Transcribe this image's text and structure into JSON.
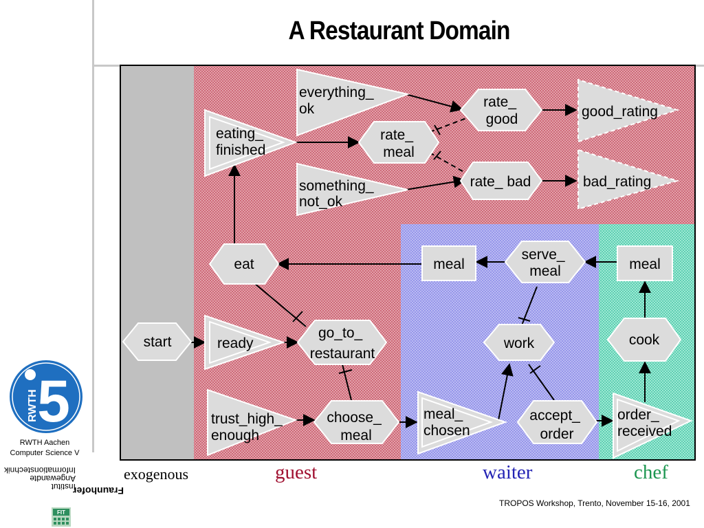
{
  "title": "A Restaurant Domain",
  "nodes": {
    "everything_ok": [
      "everything_",
      "ok"
    ],
    "rate_good": [
      "rate_",
      "good"
    ],
    "good_rating": [
      "good_rating"
    ],
    "eating_finished": [
      "eating_",
      "finished"
    ],
    "rate_meal": [
      "rate_",
      "meal"
    ],
    "something_not_ok": [
      "something_",
      "not_ok"
    ],
    "rate_bad": [
      "rate_ bad"
    ],
    "bad_rating": [
      "bad_rating"
    ],
    "eat": [
      "eat"
    ],
    "meal_waiter": [
      "meal"
    ],
    "serve_meal": [
      "serve_",
      "meal"
    ],
    "meal_chef": [
      "meal"
    ],
    "start": [
      "start"
    ],
    "ready": [
      "ready"
    ],
    "go_to_restaurant": [
      "go_to_",
      "restaurant"
    ],
    "work": [
      "work"
    ],
    "cook": [
      "cook"
    ],
    "trust_high_enough": [
      "trust_high_",
      "enough"
    ],
    "choose_meal": [
      "choose_",
      "meal"
    ],
    "meal_chosen": [
      "meal_",
      "chosen"
    ],
    "accept_order": [
      "accept_",
      "order"
    ],
    "order_received": [
      "order_",
      "received"
    ]
  },
  "roles": {
    "exogenous": "exogenous",
    "guest": "guest",
    "waiter": "waiter",
    "chef": "chef"
  },
  "colors": {
    "exogenous": "#c0c0c0",
    "guest": "#c85a6a",
    "waiter": "#8c8ce8",
    "chef": "#5ad2b4",
    "node_fill": "#dcdcdc"
  },
  "logo": {
    "number": "5",
    "rwth": "RWTH",
    "institution_line1": "RWTH Aachen",
    "institution_line2": "Computer Science V"
  },
  "fraunhofer": {
    "name": "Fraunhofer",
    "line1": "Institut",
    "line2": "Angewandte",
    "line3": "Informationstechnik",
    "fit": "FIT"
  },
  "footer": "TROPOS Workshop, Trento, November 15-16, 2001"
}
